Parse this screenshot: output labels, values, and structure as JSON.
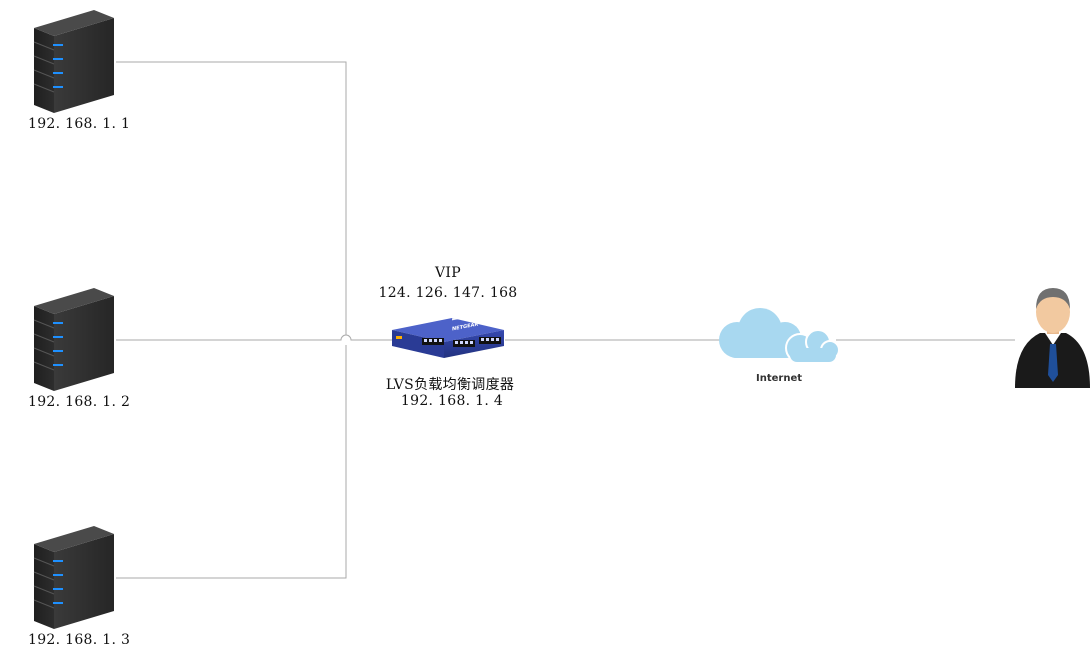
{
  "servers": [
    {
      "label": "192. 168. 1. 1"
    },
    {
      "label": "192. 168. 1. 2"
    },
    {
      "label": "192. 168. 1. 3"
    }
  ],
  "load_balancer": {
    "vip_title": "VIP",
    "vip_address": "124. 126. 147. 168",
    "name": "LVS负载均衡调度器",
    "address": "192. 168. 1. 4",
    "device_brand": "NETGEAR"
  },
  "cloud": {
    "label": "Internet"
  },
  "colors": {
    "line": "#aaaaaa",
    "server_dark": "#2f2f2f",
    "server_led": "#1e90ff",
    "switch_blue": "#2b3f9e",
    "cloud": "#a8d8f0",
    "suit": "#1a1a1a",
    "tie": "#1f4f9a",
    "skin": "#f2c9a0"
  }
}
